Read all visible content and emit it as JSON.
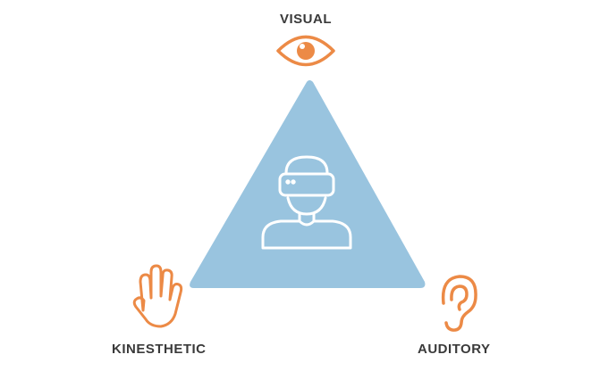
{
  "diagram": {
    "labels": {
      "visual": "VISUAL",
      "kinesthetic": "KINESTHETIC",
      "auditory": "AUDITORY"
    },
    "icons": {
      "top": "eye-icon",
      "left": "hand-icon",
      "right": "ear-icon",
      "center": "vr-headset-user-icon"
    },
    "colors": {
      "triangle": "#99c4df",
      "icon_accent": "#ec8a46",
      "center_icon": "#ffffff",
      "text": "#3a3a3a"
    }
  }
}
